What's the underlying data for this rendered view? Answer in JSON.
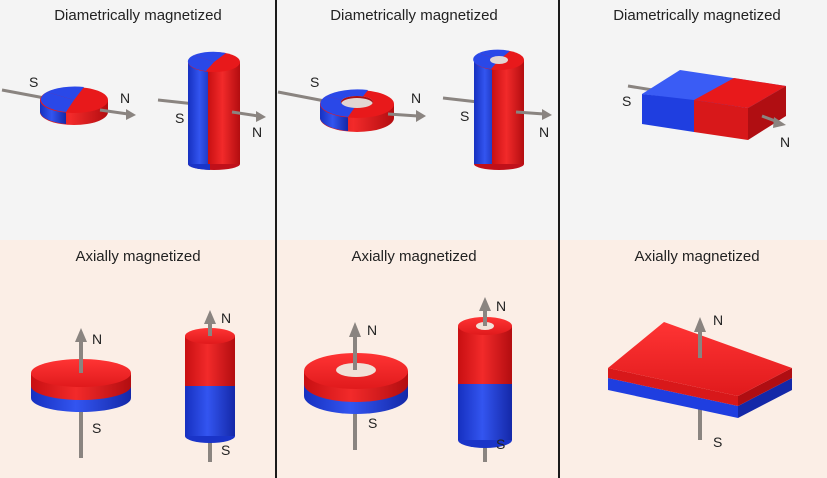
{
  "panels": [
    {
      "top_title": "Diametrically magnetized",
      "bottom_title": "Axially magnetized"
    },
    {
      "top_title": "Diametrically magnetized",
      "bottom_title": "Axially magnetized"
    },
    {
      "top_title": "Diametrically magnetized",
      "bottom_title": "Axially magnetized"
    }
  ],
  "poles": {
    "north": "N",
    "south": "S"
  },
  "colors": {
    "north": "#e8191b",
    "south": "#1f3ee0",
    "axis": "#8a8480",
    "background_top": "#f4f4f4",
    "background_bottom": "#fbeee6",
    "divider": "#1a1a1a"
  }
}
